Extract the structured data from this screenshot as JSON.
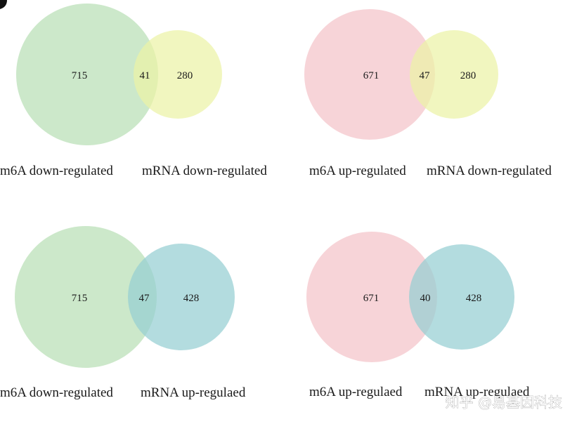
{
  "colors": {
    "green": "#b9dfb5",
    "yellow": "#ecf2a6",
    "pink": "#f4c4c9",
    "teal": "#95cfd2"
  },
  "venns": [
    {
      "left": {
        "label": "m6A down-regulated",
        "count": "715",
        "color": "#b9dfb5"
      },
      "right": {
        "label": "mRNA down-regulated",
        "count": "280",
        "color": "#ecf2a6"
      },
      "overlap": "41"
    },
    {
      "left": {
        "label": "m6A up-regulated",
        "count": "671",
        "color": "#f4c4c9"
      },
      "right": {
        "label": "mRNA down-regulated",
        "count": "280",
        "color": "#ecf2a6"
      },
      "overlap": "47"
    },
    {
      "left": {
        "label": "m6A down-regulated",
        "count": "715",
        "color": "#b9dfb5"
      },
      "right": {
        "label": "mRNA up-regulaed",
        "count": "428",
        "color": "#95cfd2"
      },
      "overlap": "47"
    },
    {
      "left": {
        "label": "m6A up-regulaed",
        "count": "671",
        "color": "#f4c4c9"
      },
      "right": {
        "label": "mRNA up-regulaed",
        "count": "428",
        "color": "#95cfd2"
      },
      "overlap": "40"
    }
  ],
  "watermark": "知乎 @易基因科技"
}
